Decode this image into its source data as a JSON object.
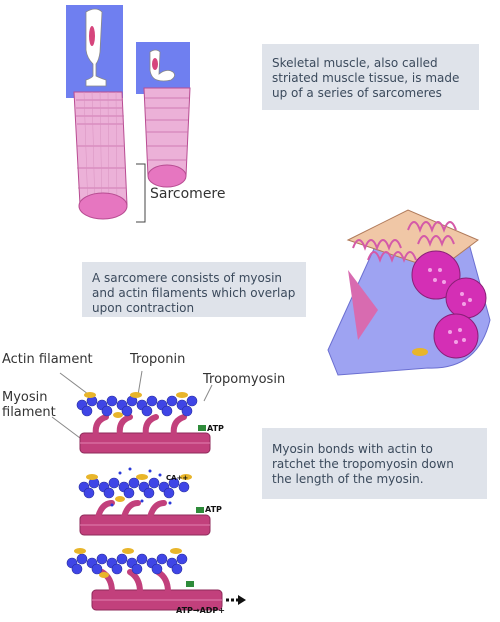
{
  "notes": {
    "skeletal": "Skeletal muscle, also called striated muscle tissue, is made up of a series of sarcomeres",
    "sarcomere": "A sarcomere consists of myosin and actin filaments which overlap upon contraction",
    "myosin": "Myosin bonds with actin to ratchet the tropomyosin down the length of the myosin."
  },
  "labels": {
    "sarcomere": "Sarcomere",
    "actin": "Actin filament",
    "troponin": "Troponin",
    "tropomyosin": "Tropomyosin",
    "myosin_line1": "Myosin",
    "myosin_line2": "filament",
    "atp": "ATP",
    "atp2": "ATP",
    "ca": "CA++",
    "atp_adp": "ATP→ADP+"
  },
  "colors": {
    "panel_blue": "#6f7ff0",
    "muscle_pink": "#e68ac8",
    "actin_blue": "#3f45e6",
    "tropomyosin_yellow": "#e8b52a",
    "myosin_pink": "#c2407c",
    "note_bg": "#dfe3ea"
  }
}
